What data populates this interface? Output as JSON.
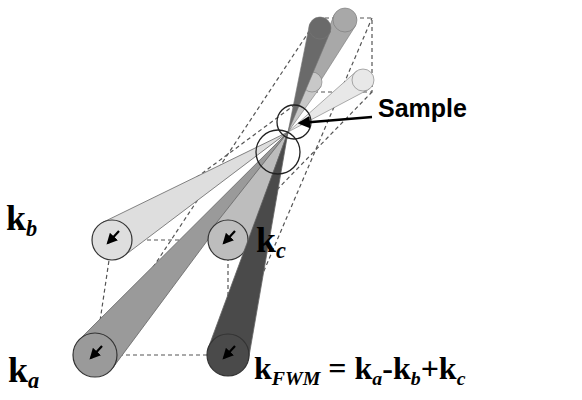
{
  "diagram": {
    "labels": [
      "Sample",
      "kb",
      "kc",
      "ka",
      "kFWM = ka-kb+kc"
    ]
  }
}
